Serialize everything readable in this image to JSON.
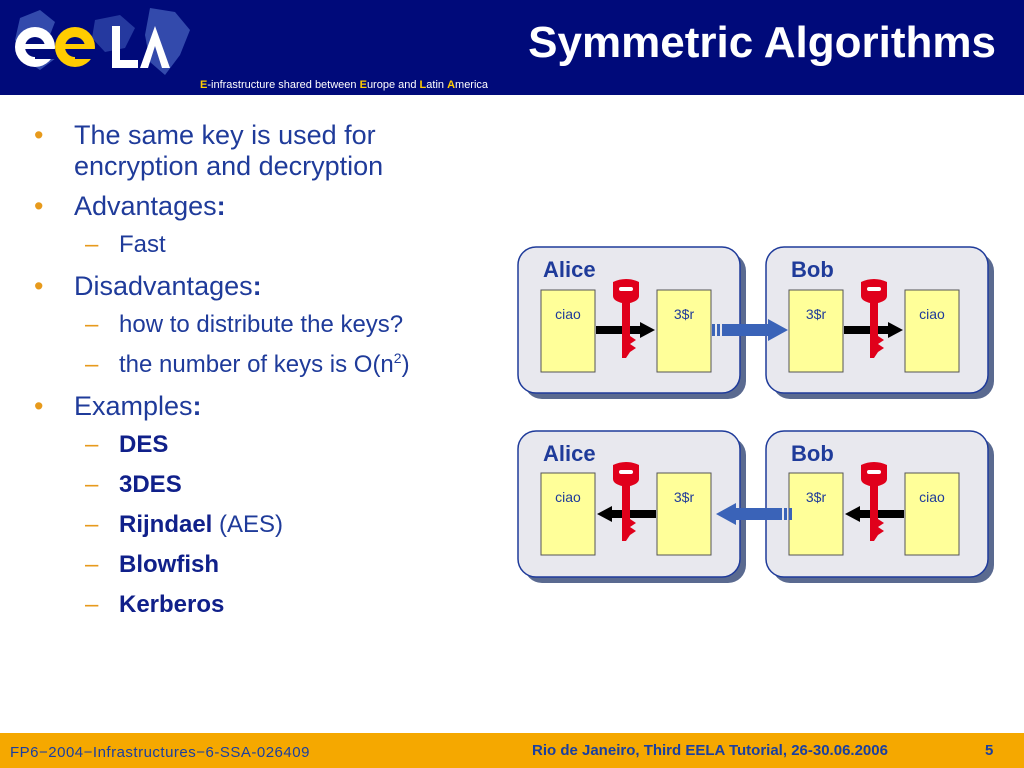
{
  "header": {
    "title": "Symmetric Algorithms",
    "subtitle_parts": [
      "E",
      "-infrastructure shared between ",
      "E",
      "urope and ",
      "L",
      "atin ",
      "A",
      "merica"
    ],
    "logo_text": "ee LA"
  },
  "bullets": [
    {
      "text": "The same key is used for encryption and decryption"
    },
    {
      "text": "Advantages",
      "suffix": ":"
    },
    {
      "text": "Disadvantages",
      "suffix": ":"
    },
    {
      "text": "Examples",
      "suffix": ":"
    }
  ],
  "subbullets": {
    "advantages": [
      "Fast"
    ],
    "disadvantages": [
      "how to distribute the keys?",
      "the number of keys is O(n",
      "2",
      ")"
    ],
    "examples": [
      {
        "name": "DES"
      },
      {
        "name": "3DES"
      },
      {
        "name": "Rijndael",
        "rest": " (AES)"
      },
      {
        "name": "Blowfish"
      },
      {
        "name": "Kerberos"
      }
    ]
  },
  "diagram": {
    "top": {
      "alice": {
        "label": "Alice",
        "left_doc": "ciao",
        "right_doc": "3$r"
      },
      "bob": {
        "label": "Bob",
        "left_doc": "3$r",
        "right_doc": "ciao"
      }
    },
    "bottom": {
      "alice": {
        "label": "Alice",
        "left_doc": "ciao",
        "right_doc": "3$r"
      },
      "bob": {
        "label": "Bob",
        "left_doc": "3$r",
        "right_doc": "ciao"
      }
    }
  },
  "footer": {
    "left": "FP6−2004−Infrastructures−6-SSA-026409",
    "middle": "Rio de Janeiro, Third EELA Tutorial, 26-30.06.2006",
    "page": "5"
  },
  "colors": {
    "header_bg": "#000a7a",
    "footer_bg": "#f5a800",
    "text_blue": "#1f3b9a",
    "bullet_orange": "#e79a1c",
    "key_red": "#e0001b",
    "doc_yellow": "#ffff99",
    "arrow_blue": "#3a63b8"
  }
}
